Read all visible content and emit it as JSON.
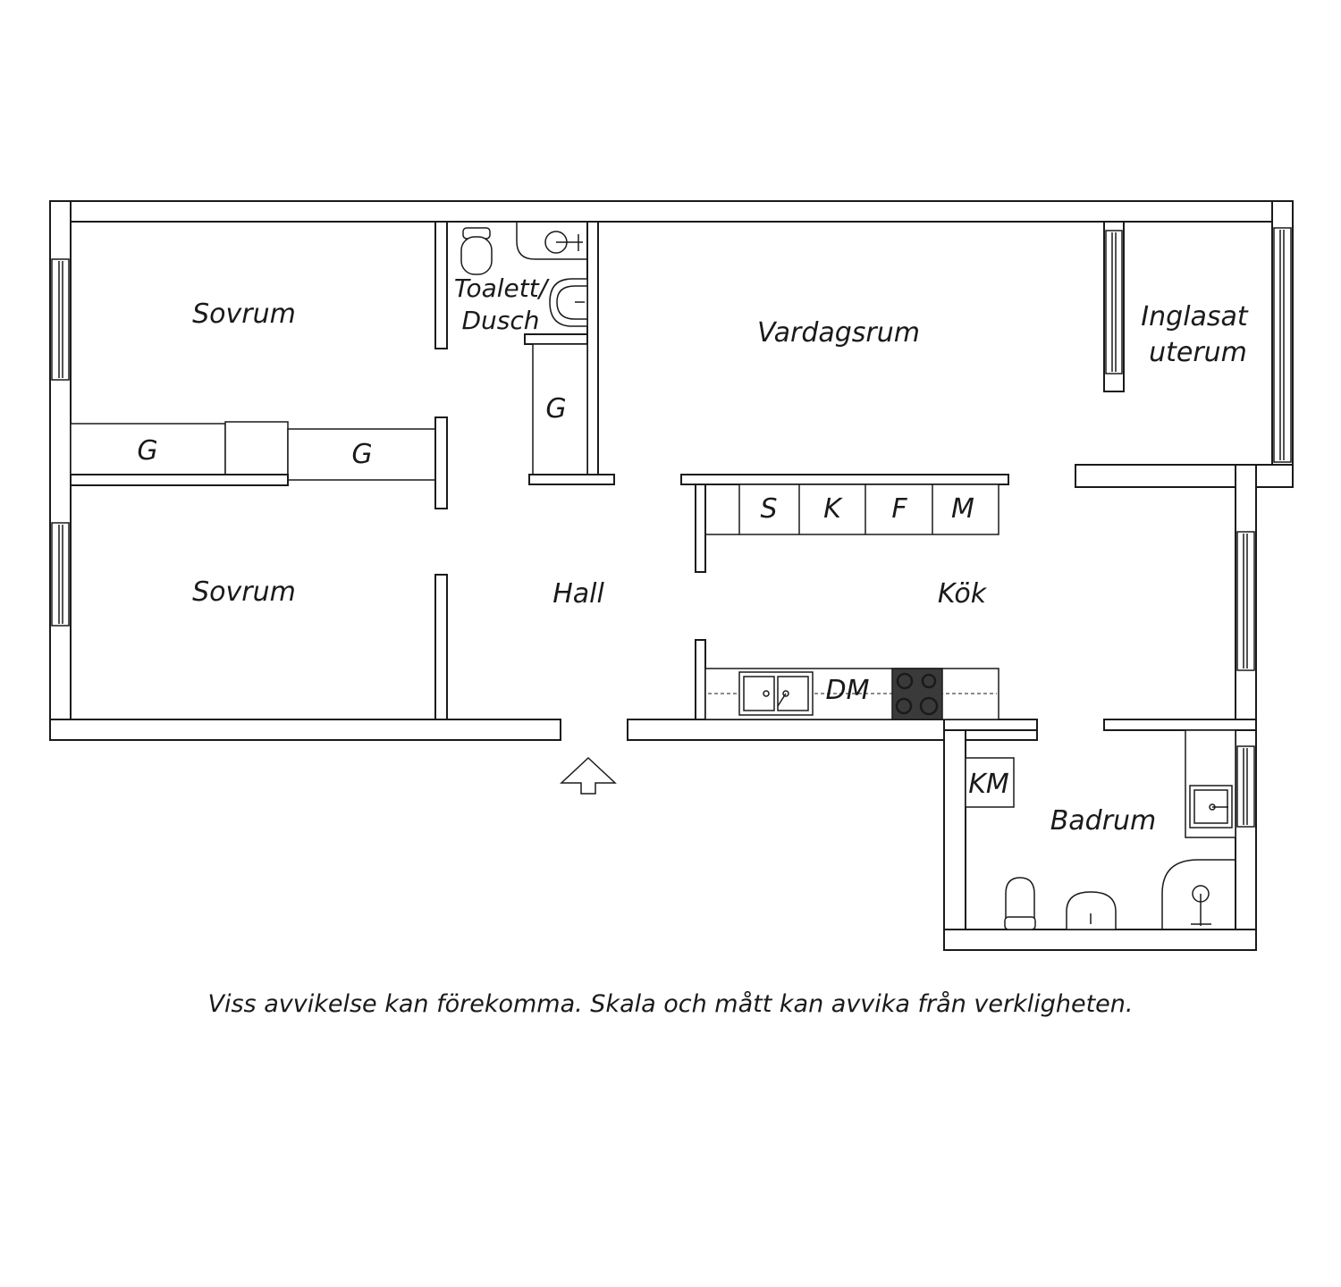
{
  "rooms": {
    "bedroom_top": "Sovrum",
    "bedroom_bottom": "Sovrum",
    "toilet_line1": "Toalett/",
    "toilet_line2": "Dusch",
    "living_room": "Vardagsrum",
    "sunroom_line1": "Inglasat",
    "sunroom_line2": "uterum",
    "hall": "Hall",
    "kitchen": "Kök",
    "bathroom": "Badrum"
  },
  "fixtures": {
    "wardrobe_left": "G",
    "wardrobe_middle": "G",
    "wardrobe_hall": "G",
    "kitchen_s": "S",
    "kitchen_k": "K",
    "kitchen_f": "F",
    "kitchen_m": "M",
    "dishwasher": "DM",
    "washing_machine": "KM"
  },
  "disclaimer": "Viss avvikelse kan förekomma. Skala och mått kan avvika från verkligheten.",
  "colors": {
    "line": "#1a1a1a",
    "background": "#ffffff",
    "stove": "#3a3a3a"
  },
  "icons": [
    "entrance-arrow-icon",
    "toilet-icon",
    "sink-icon",
    "shower-icon",
    "stove-icon",
    "double-sink-icon"
  ]
}
